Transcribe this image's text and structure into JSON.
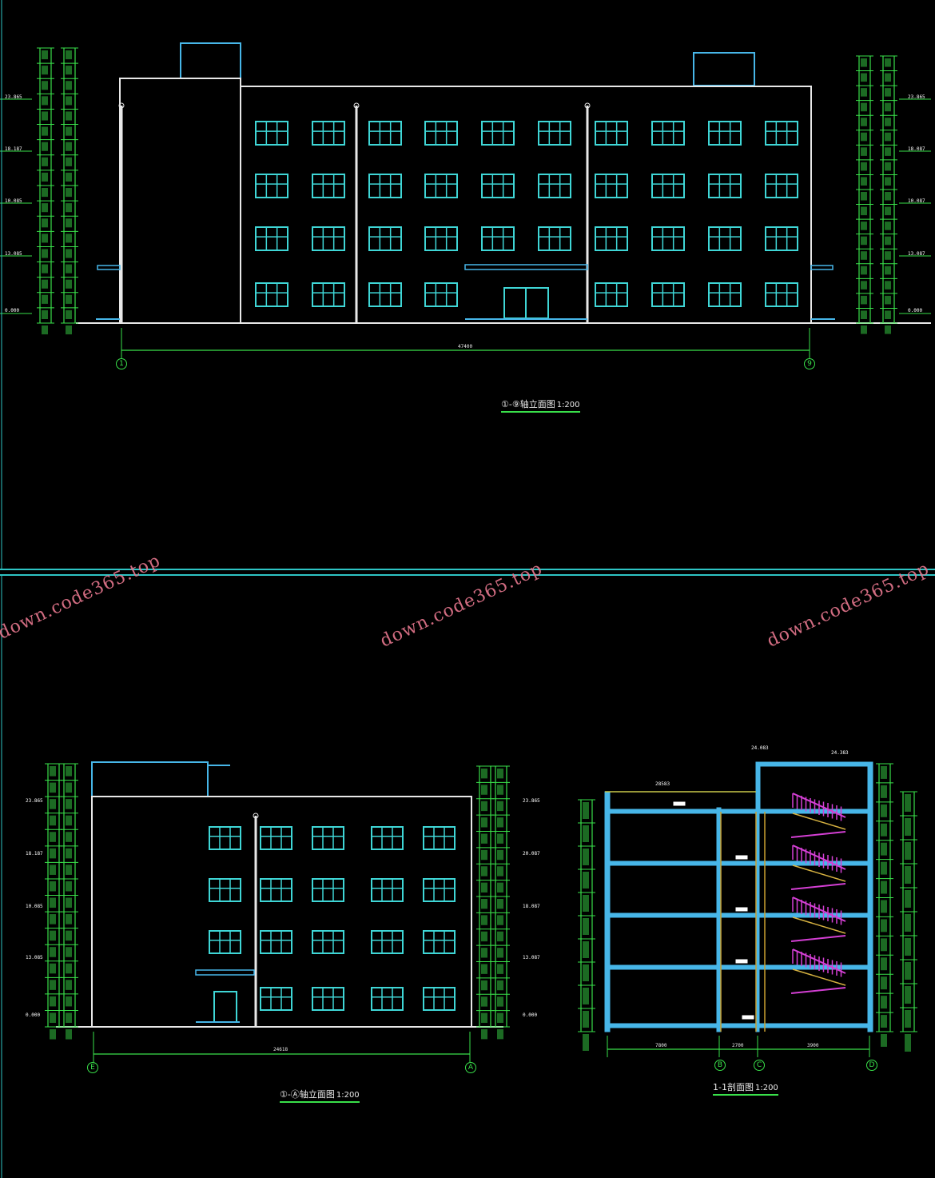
{
  "watermark": "down.code365.top",
  "views": {
    "front_elevation": {
      "title": "①-⑨轴立面图",
      "scale": "1:200",
      "axis_start": "1",
      "axis_end": "9",
      "overall_dimension": "47400",
      "elevations_left": [
        "23.865",
        "18.187",
        "10.085",
        "13.085",
        "0.000"
      ],
      "elevations_right": [
        "23.865",
        "18.087",
        "10.087",
        "13.087",
        "0.000"
      ]
    },
    "side_elevation": {
      "title": "①-Ⓐ轴立面图",
      "scale": "1:200",
      "axis_start": "E",
      "axis_end": "A",
      "overall_dimension": "24618",
      "elevations_left": [
        "23.865",
        "18.187",
        "10.085",
        "13.085",
        "0.000"
      ],
      "elevations_right": [
        "23.865",
        "20.087",
        "18.087",
        "13.087",
        "0.000"
      ]
    },
    "section": {
      "title": "1-1剖面图",
      "scale": "1:200",
      "axes": [
        "B",
        "C",
        "D"
      ],
      "bay_dimensions": [
        "7800",
        "2700",
        "3900"
      ],
      "top_elevations": [
        "24.083",
        "24.383"
      ],
      "mid_label": "28583"
    }
  },
  "colors": {
    "background": "#000000",
    "building_outline": "#e8e8e8",
    "window": "#3fd6d6",
    "dimension": "#39e04a",
    "slab": "#47b6e8",
    "stair": "#d43fd4",
    "divider": "#2ec4c4",
    "watermark": "#e8788f"
  }
}
